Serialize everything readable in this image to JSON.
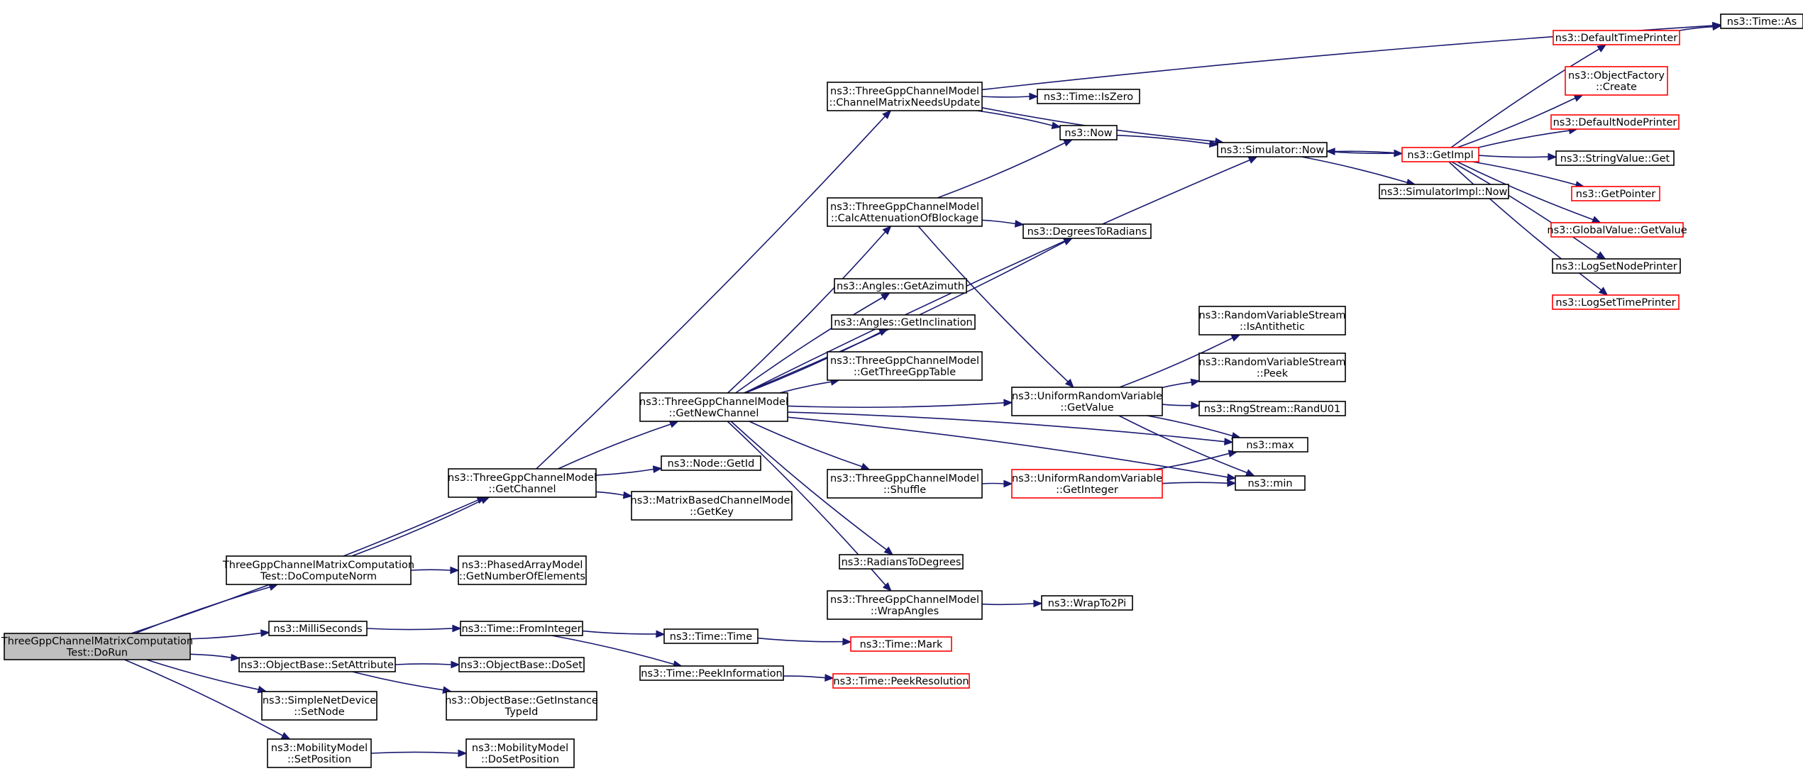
{
  "colors": {
    "edge": "#191970",
    "node_border": "#000000",
    "node_border_red": "#ff0000",
    "root_fill": "#bfbfbf",
    "node_fill": "#ffffff"
  },
  "nodes": [
    {
      "id": "dorun",
      "lines": [
        "ThreeGppChannelMatrixComputation",
        "Test::DoRun"
      ],
      "style": "root"
    },
    {
      "id": "getchannel",
      "lines": [
        "ns3::ThreeGppChannelModel",
        "::GetChannel"
      ],
      "style": "normal"
    },
    {
      "id": "docomputenorm",
      "lines": [
        "ThreeGppChannelMatrixComputation",
        "Test::DoComputeNorm"
      ],
      "style": "normal"
    },
    {
      "id": "milliseconds",
      "lines": [
        "ns3::MilliSeconds"
      ],
      "style": "normal"
    },
    {
      "id": "setattribute",
      "lines": [
        "ns3::ObjectBase::SetAttribute"
      ],
      "style": "normal"
    },
    {
      "id": "setnode",
      "lines": [
        "ns3::SimpleNetDevice",
        "::SetNode"
      ],
      "style": "normal"
    },
    {
      "id": "setposition",
      "lines": [
        "ns3::MobilityModel",
        "::SetPosition"
      ],
      "style": "normal"
    },
    {
      "id": "channelmatrixneedsupdate",
      "lines": [
        "ns3::ThreeGppChannelModel",
        "::ChannelMatrixNeedsUpdate"
      ],
      "style": "normal"
    },
    {
      "id": "getnewchannel",
      "lines": [
        "ns3::ThreeGppChannelModel",
        "::GetNewChannel"
      ],
      "style": "normal"
    },
    {
      "id": "getid",
      "lines": [
        "ns3::Node::GetId"
      ],
      "style": "normal"
    },
    {
      "id": "getkey",
      "lines": [
        "ns3::MatrixBasedChannelModel",
        "::GetKey"
      ],
      "style": "normal"
    },
    {
      "id": "getnumberofelements",
      "lines": [
        "ns3::PhasedArrayModel",
        "::GetNumberOfElements"
      ],
      "style": "normal"
    },
    {
      "id": "frominteger",
      "lines": [
        "ns3::Time::FromInteger"
      ],
      "style": "normal"
    },
    {
      "id": "doset",
      "lines": [
        "ns3::ObjectBase::DoSet"
      ],
      "style": "normal"
    },
    {
      "id": "getinstancetypeid",
      "lines": [
        "ns3::ObjectBase::GetInstance",
        "TypeId"
      ],
      "style": "normal"
    },
    {
      "id": "dosetposition",
      "lines": [
        "ns3::MobilityModel",
        "::DoSetPosition"
      ],
      "style": "normal"
    },
    {
      "id": "timeiszero",
      "lines": [
        "ns3::Time::IsZero"
      ],
      "style": "normal"
    },
    {
      "id": "now",
      "lines": [
        "ns3::Now"
      ],
      "style": "normal"
    },
    {
      "id": "simnow",
      "lines": [
        "ns3::Simulator::Now"
      ],
      "style": "normal"
    },
    {
      "id": "timeas",
      "lines": [
        "ns3::Time::As"
      ],
      "style": "normal"
    },
    {
      "id": "calcattenuation",
      "lines": [
        "ns3::ThreeGppChannelModel",
        "::CalcAttenuationOfBlockage"
      ],
      "style": "normal"
    },
    {
      "id": "getazimuth",
      "lines": [
        "ns3::Angles::GetAzimuth"
      ],
      "style": "normal"
    },
    {
      "id": "getinclination",
      "lines": [
        "ns3::Angles::GetInclination"
      ],
      "style": "normal"
    },
    {
      "id": "getthreegpptable",
      "lines": [
        "ns3::ThreeGppChannelModel",
        "::GetThreeGppTable"
      ],
      "style": "normal"
    },
    {
      "id": "uniformgetvalue",
      "lines": [
        "ns3::UniformRandomVariable",
        "::GetValue"
      ],
      "style": "normal"
    },
    {
      "id": "max",
      "lines": [
        "ns3::max"
      ],
      "style": "normal"
    },
    {
      "id": "shuffle",
      "lines": [
        "ns3::ThreeGppChannelModel",
        "::Shuffle"
      ],
      "style": "normal"
    },
    {
      "id": "min",
      "lines": [
        "ns3::min"
      ],
      "style": "normal"
    },
    {
      "id": "radianstodegrees",
      "lines": [
        "ns3::RadiansToDegrees"
      ],
      "style": "normal"
    },
    {
      "id": "wrapangles",
      "lines": [
        "ns3::ThreeGppChannelModel",
        "::WrapAngles"
      ],
      "style": "normal"
    },
    {
      "id": "degreestoradians",
      "lines": [
        "ns3::DegreesToRadians"
      ],
      "style": "normal"
    },
    {
      "id": "timetime",
      "lines": [
        "ns3::Time::Time"
      ],
      "style": "normal"
    },
    {
      "id": "peekinformation",
      "lines": [
        "ns3::Time::PeekInformation"
      ],
      "style": "normal"
    },
    {
      "id": "timemark",
      "lines": [
        "ns3::Time::Mark"
      ],
      "style": "red"
    },
    {
      "id": "peekresolution",
      "lines": [
        "ns3::Time::PeekResolution"
      ],
      "style": "red"
    },
    {
      "id": "uniformgetinteger",
      "lines": [
        "ns3::UniformRandomVariable",
        "::GetInteger"
      ],
      "style": "red"
    },
    {
      "id": "wraptopi",
      "lines": [
        "ns3::WrapTo2Pi"
      ],
      "style": "normal"
    },
    {
      "id": "isantithetic",
      "lines": [
        "ns3::RandomVariableStream",
        "::IsAntithetic"
      ],
      "style": "normal"
    },
    {
      "id": "rvspeek",
      "lines": [
        "ns3::RandomVariableStream",
        "::Peek"
      ],
      "style": "normal"
    },
    {
      "id": "randu01",
      "lines": [
        "ns3::RngStream::RandU01"
      ],
      "style": "normal"
    },
    {
      "id": "getimpl",
      "lines": [
        "ns3::GetImpl"
      ],
      "style": "red"
    },
    {
      "id": "simimplnow",
      "lines": [
        "ns3::SimulatorImpl::Now"
      ],
      "style": "normal"
    },
    {
      "id": "defaulttimeprinter",
      "lines": [
        "ns3::DefaultTimePrinter"
      ],
      "style": "red"
    },
    {
      "id": "objectfactorycreate",
      "lines": [
        "ns3::ObjectFactory",
        "::Create"
      ],
      "style": "red"
    },
    {
      "id": "defaultnodeprinter",
      "lines": [
        "ns3::DefaultNodePrinter"
      ],
      "style": "red"
    },
    {
      "id": "stringvalueget",
      "lines": [
        "ns3::StringValue::Get"
      ],
      "style": "normal"
    },
    {
      "id": "getpointer",
      "lines": [
        "ns3::GetPointer"
      ],
      "style": "red"
    },
    {
      "id": "globalvaluegetvalue",
      "lines": [
        "ns3::GlobalValue::GetValue"
      ],
      "style": "red"
    },
    {
      "id": "logsetnodeprinter",
      "lines": [
        "ns3::LogSetNodePrinter"
      ],
      "style": "normal"
    },
    {
      "id": "logsettimeprinter",
      "lines": [
        "ns3::LogSetTimePrinter"
      ],
      "style": "red"
    }
  ],
  "edges": [
    [
      "dorun",
      "getchannel"
    ],
    [
      "dorun",
      "docomputenorm"
    ],
    [
      "dorun",
      "milliseconds"
    ],
    [
      "dorun",
      "setattribute"
    ],
    [
      "dorun",
      "setnode"
    ],
    [
      "dorun",
      "setposition"
    ],
    [
      "docomputenorm",
      "getchannel"
    ],
    [
      "docomputenorm",
      "getnumberofelements"
    ],
    [
      "getchannel",
      "channelmatrixneedsupdate"
    ],
    [
      "getchannel",
      "getnewchannel"
    ],
    [
      "getchannel",
      "getid"
    ],
    [
      "getchannel",
      "getkey"
    ],
    [
      "milliseconds",
      "frominteger"
    ],
    [
      "setattribute",
      "doset"
    ],
    [
      "setattribute",
      "getinstancetypeid"
    ],
    [
      "setposition",
      "dosetposition"
    ],
    [
      "frominteger",
      "timetime"
    ],
    [
      "frominteger",
      "peekinformation"
    ],
    [
      "timetime",
      "timemark"
    ],
    [
      "peekinformation",
      "peekresolution"
    ],
    [
      "channelmatrixneedsupdate",
      "timeiszero"
    ],
    [
      "channelmatrixneedsupdate",
      "now"
    ],
    [
      "channelmatrixneedsupdate",
      "simnow"
    ],
    [
      "channelmatrixneedsupdate",
      "timeas"
    ],
    [
      "getnewchannel",
      "calcattenuation"
    ],
    [
      "getnewchannel",
      "simnow"
    ],
    [
      "getnewchannel",
      "degreestoradians"
    ],
    [
      "getnewchannel",
      "getazimuth"
    ],
    [
      "getnewchannel",
      "getinclination"
    ],
    [
      "getnewchannel",
      "getthreegpptable"
    ],
    [
      "getnewchannel",
      "uniformgetvalue"
    ],
    [
      "getnewchannel",
      "max"
    ],
    [
      "getnewchannel",
      "shuffle"
    ],
    [
      "getnewchannel",
      "min"
    ],
    [
      "getnewchannel",
      "radianstodegrees"
    ],
    [
      "getnewchannel",
      "wrapangles"
    ],
    [
      "calcattenuation",
      "now"
    ],
    [
      "calcattenuation",
      "degreestoradians"
    ],
    [
      "calcattenuation",
      "uniformgetvalue"
    ],
    [
      "now",
      "simnow"
    ],
    [
      "simnow",
      "getimpl"
    ],
    [
      "simnow",
      "simimplnow"
    ],
    [
      "getimpl",
      "simnow"
    ],
    [
      "getimpl",
      "defaulttimeprinter"
    ],
    [
      "getimpl",
      "objectfactorycreate"
    ],
    [
      "getimpl",
      "defaultnodeprinter"
    ],
    [
      "getimpl",
      "stringvalueget"
    ],
    [
      "getimpl",
      "getpointer"
    ],
    [
      "getimpl",
      "globalvaluegetvalue"
    ],
    [
      "getimpl",
      "logsetnodeprinter"
    ],
    [
      "getimpl",
      "logsettimeprinter"
    ],
    [
      "defaulttimeprinter",
      "timeas"
    ],
    [
      "uniformgetvalue",
      "isantithetic"
    ],
    [
      "uniformgetvalue",
      "rvspeek"
    ],
    [
      "uniformgetvalue",
      "randu01"
    ],
    [
      "uniformgetvalue",
      "max"
    ],
    [
      "uniformgetvalue",
      "min"
    ],
    [
      "shuffle",
      "uniformgetinteger"
    ],
    [
      "uniformgetinteger",
      "max"
    ],
    [
      "uniformgetinteger",
      "min"
    ],
    [
      "wrapangles",
      "wraptopi"
    ]
  ]
}
